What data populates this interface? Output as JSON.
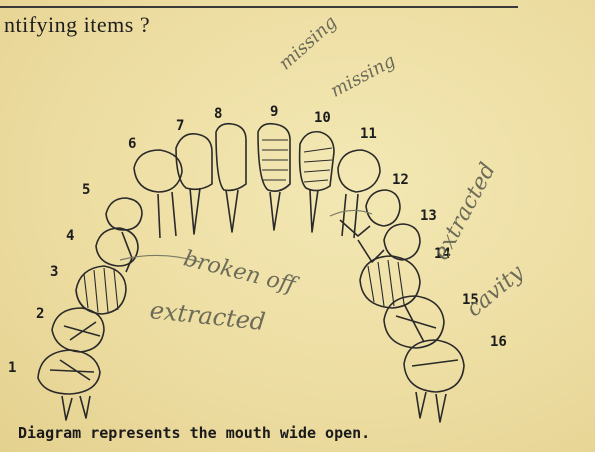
{
  "header": {
    "question_text": "ntifying items ?"
  },
  "caption": {
    "text": "Diagram represents the mouth wide open."
  },
  "tooth_numbers": [
    "1",
    "2",
    "3",
    "4",
    "5",
    "6",
    "7",
    "8",
    "9",
    "10",
    "11",
    "12",
    "13",
    "14",
    "15",
    "16"
  ],
  "handwritten_notes": {
    "missing_1": "missing",
    "missing_2": "missing",
    "broken_off": "broken off",
    "extracted_left": "extracted",
    "extracted_right": "extracted",
    "cavity": "cavity"
  },
  "colors": {
    "paper": "#efe2a8",
    "ink": "#222222",
    "pencil": "#6b6b58"
  }
}
